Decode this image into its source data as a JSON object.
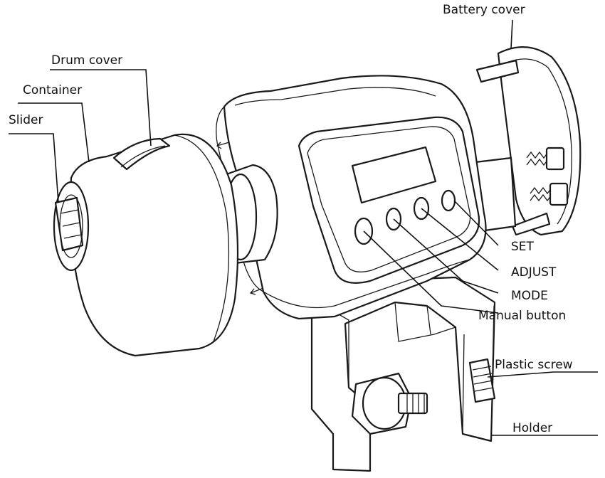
{
  "labels": {
    "battery_cover": "Battery cover",
    "drum_cover": "Drum cover",
    "container": "Container",
    "slider": "Slider",
    "set": "SET",
    "adjust": "ADJUST",
    "mode": "MODE",
    "manual_button": "Manual button",
    "plastic_screw": "Plastic screw",
    "holder": "Holder"
  },
  "colors": {
    "ink": "#111111",
    "background": "#ffffff"
  }
}
